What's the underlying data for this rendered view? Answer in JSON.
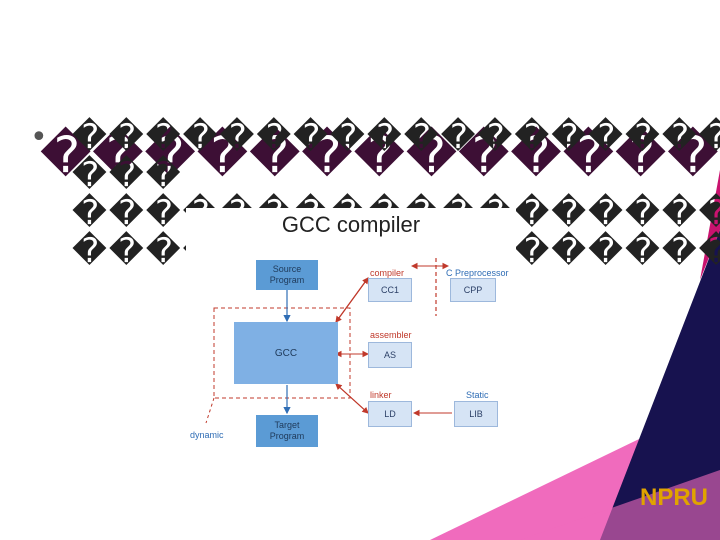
{
  "slide": {
    "title_line1": "������������������",
    "title_line2": "����",
    "bullet_symbol": "•",
    "body_line1": "����������������������",
    "body_line2": "���",
    "body_line3": "����������������������",
    "body_line4": "����������������������"
  },
  "figure": {
    "title": "GCC compiler",
    "source_program": "Source\nProgram",
    "gcc": "GCC",
    "target_program": "Target\nProgram",
    "compiler_label": "compiler",
    "cpreprocessor_label": "C Preprocessor",
    "cc1": "CC1",
    "cpp": "CPP",
    "assembler_label": "assembler",
    "as": "AS",
    "linker_label": "linker",
    "static_label": "Static",
    "ld": "LD",
    "lib": "LIB",
    "dynamic_label": "dynamic"
  },
  "brand": {
    "logo_text": "NPRU"
  },
  "colors": {
    "title": "#3d0f35",
    "navy": "#17124f",
    "pink": "#f06bbd",
    "gold": "#e0a300",
    "accent_red": "#c0392b",
    "accent_blue": "#2f6db5"
  }
}
